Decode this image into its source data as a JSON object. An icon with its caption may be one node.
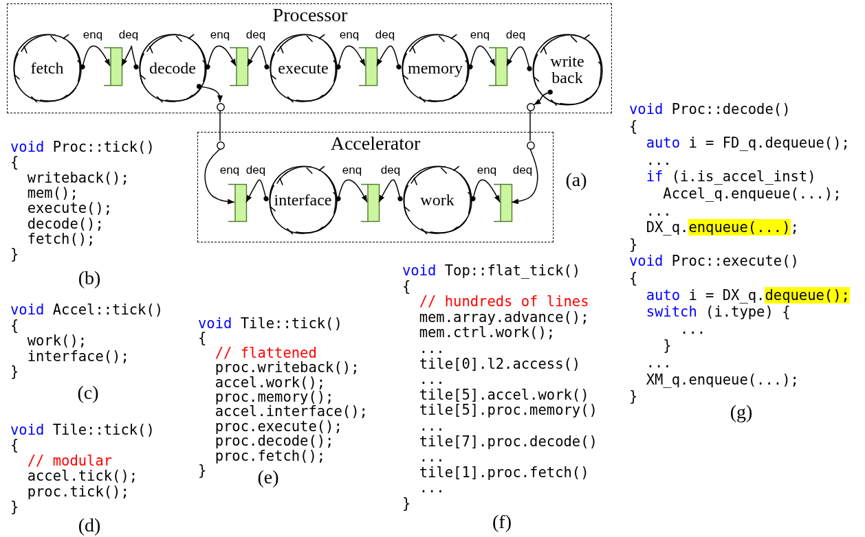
{
  "diagram": {
    "nodes": [
      {
        "text": [
          "Processor"
        ]
      },
      {
        "text": [
          "fetch"
        ],
        "in": 0
      },
      {
        "text": [],
        "shape": "box",
        "in": 0
      },
      {
        "text": [
          "decode"
        ],
        "in": 0
      },
      {
        "text": [],
        "shape": "box",
        "in": 0
      },
      {
        "text": [
          "execute"
        ],
        "in": 0
      },
      {
        "text": [],
        "shape": "box",
        "in": 0
      },
      {
        "text": [
          "memory"
        ],
        "in": 0
      },
      {
        "text": [],
        "shape": "box",
        "in": 0
      },
      {
        "text": [
          "write back"
        ],
        "in": 0
      },
      {
        "text": [],
        "shape": "circle",
        "in": 0
      },
      {
        "text": [],
        "shape": "circle",
        "in": 0
      },
      {
        "text": [
          "Accelerator"
        ]
      },
      {
        "text": [],
        "shape": "circle",
        "in": 12
      },
      {
        "text": [],
        "shape": "circle",
        "in": 12
      },
      {
        "text": [],
        "shape": "box",
        "in": 12
      },
      {
        "text": [
          "interface"
        ],
        "in": 12
      },
      {
        "text": [],
        "shape": "box",
        "in": 12
      },
      {
        "text": [
          "work"
        ],
        "in": 12
      },
      {
        "text": [],
        "shape": "box",
        "in": 12
      }
    ],
    "edges": [
      {
        "from": 1,
        "to": 2,
        "arrow": "to",
        "label": "enq"
      },
      {
        "from": 3,
        "to": 2,
        "arrow": "to",
        "label": "deq"
      },
      {
        "from": 3,
        "to": 4,
        "arrow": "to",
        "label": "enq"
      },
      {
        "from": 5,
        "to": 4,
        "arrow": "to",
        "label": "deq"
      },
      {
        "from": 5,
        "to": 6,
        "arrow": "to",
        "label": "enq"
      },
      {
        "from": 7,
        "to": 6,
        "arrow": "to",
        "label": "deq"
      },
      {
        "from": 7,
        "to": 8,
        "arrow": "to",
        "label": "enq"
      },
      {
        "from": 9,
        "to": 8,
        "arrow": "to",
        "label": "deq"
      },
      {
        "from": 3,
        "to": 10,
        "arrow": "to"
      },
      {
        "from": 10,
        "to": 13,
        "arrow": "none"
      },
      {
        "from": 13,
        "to": 15,
        "arrow": "to",
        "label": "enq"
      },
      {
        "from": 16,
        "to": 15,
        "arrow": "to",
        "label": "deq"
      },
      {
        "from": 16,
        "to": 17,
        "arrow": "to",
        "label": "enq"
      },
      {
        "from": 18,
        "to": 17,
        "arrow": "to",
        "label": "deq"
      },
      {
        "from": 18,
        "to": 19,
        "arrow": "to",
        "label": "enq"
      },
      {
        "from": 14,
        "to": 19,
        "arrow": "to",
        "label": "deq"
      },
      {
        "from": 9,
        "to": 11,
        "arrow": "to"
      },
      {
        "from": 11,
        "to": 14,
        "arrow": "none"
      }
    ],
    "labels": [
      "(a)",
      "void",
      "Proc::tick()",
      "{",
      "writeback();",
      "mem();",
      "execute();",
      "decode();",
      "fetch();",
      "}",
      "(b)",
      "void",
      "Accel::tick()",
      "{",
      "work();",
      "interface();",
      "}",
      "(c)",
      "void",
      "Tile::tick()",
      "{",
      "// modular",
      "accel.tick();",
      "proc.tick();",
      "}",
      "(d)",
      "void",
      "Tile::tick()",
      "{",
      "// flattened",
      "proc.writeback();",
      "accel.work();",
      "proc.memory();",
      "accel.interface();",
      "proc.execute();",
      "proc.decode();",
      "proc.fetch();",
      "}",
      "(e)",
      "void",
      "Top::flat_tick()",
      "{",
      "// hundreds of lines",
      "mem.array.advance();",
      "mem.ctrl.work();",
      "...",
      "tile[0].l2.access()",
      "...",
      "tile[5].accel.work()",
      "tile[5].proc.memory()",
      "...",
      "tile[7].proc.decode()",
      "...",
      "tile[1].proc.fetch()",
      "...",
      "}",
      "(f)",
      "void",
      "Proc::decode()",
      "{",
      "auto",
      "i = FD_q.dequeue();",
      "...",
      "if",
      "(i.is_accel_inst)",
      "Accel_q.enqueue(...);",
      "...",
      "DX_q.",
      "enqueue(...)",
      ";",
      "}",
      "void",
      "Proc::execute()",
      "{",
      "auto",
      "i = DX_q.",
      "dequeue();",
      "switch",
      "(i.type) {",
      "...",
      "}",
      "...",
      "XM_q.enqueue(...);",
      "}",
      "(g)"
    ]
  }
}
